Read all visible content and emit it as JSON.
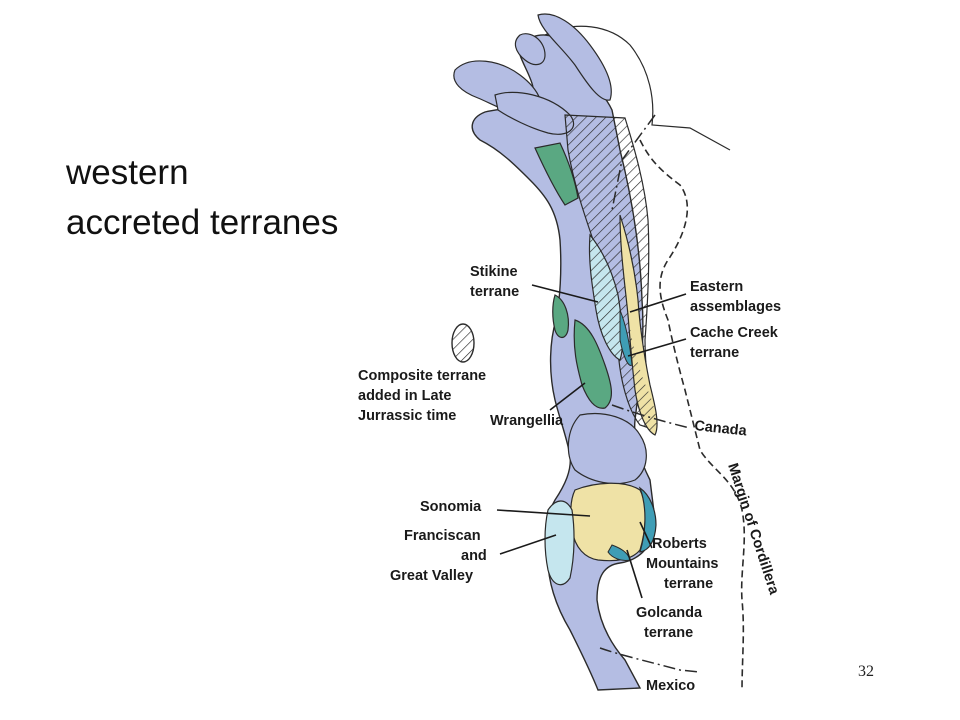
{
  "slide": {
    "title_line1": "western",
    "title_line2": "accreted terranes",
    "page_number": "32"
  },
  "legend": {
    "composite_line1": "Composite terrane",
    "composite_line2": "added in Late",
    "composite_line3": "Jurrassic time"
  },
  "labels": {
    "stikine_1": "Stikine",
    "stikine_2": "terrane",
    "eastern_1": "Eastern",
    "eastern_2": "assemblages",
    "cache_1": "Cache Creek",
    "cache_2": "terrane",
    "wrangellia": "Wrangellia",
    "canada": "Canada",
    "margin": "Margin of Cordillera",
    "sonomia": "Sonomia",
    "franciscan_1": "Franciscan",
    "franciscan_2": "and",
    "franciscan_3": "Great Valley",
    "roberts_1": "Roberts",
    "roberts_2": "Mountains",
    "roberts_3": "terrane",
    "golconda_1": "Golcanda",
    "golconda_2": "terrane",
    "mexico": "Mexico"
  },
  "colors": {
    "lavender": "#b4bde3",
    "green": "#5aa882",
    "yellow": "#efe2a6",
    "lightblue": "#c5e6ee",
    "teal": "#3f9db5",
    "line": "#2b2b2b"
  }
}
